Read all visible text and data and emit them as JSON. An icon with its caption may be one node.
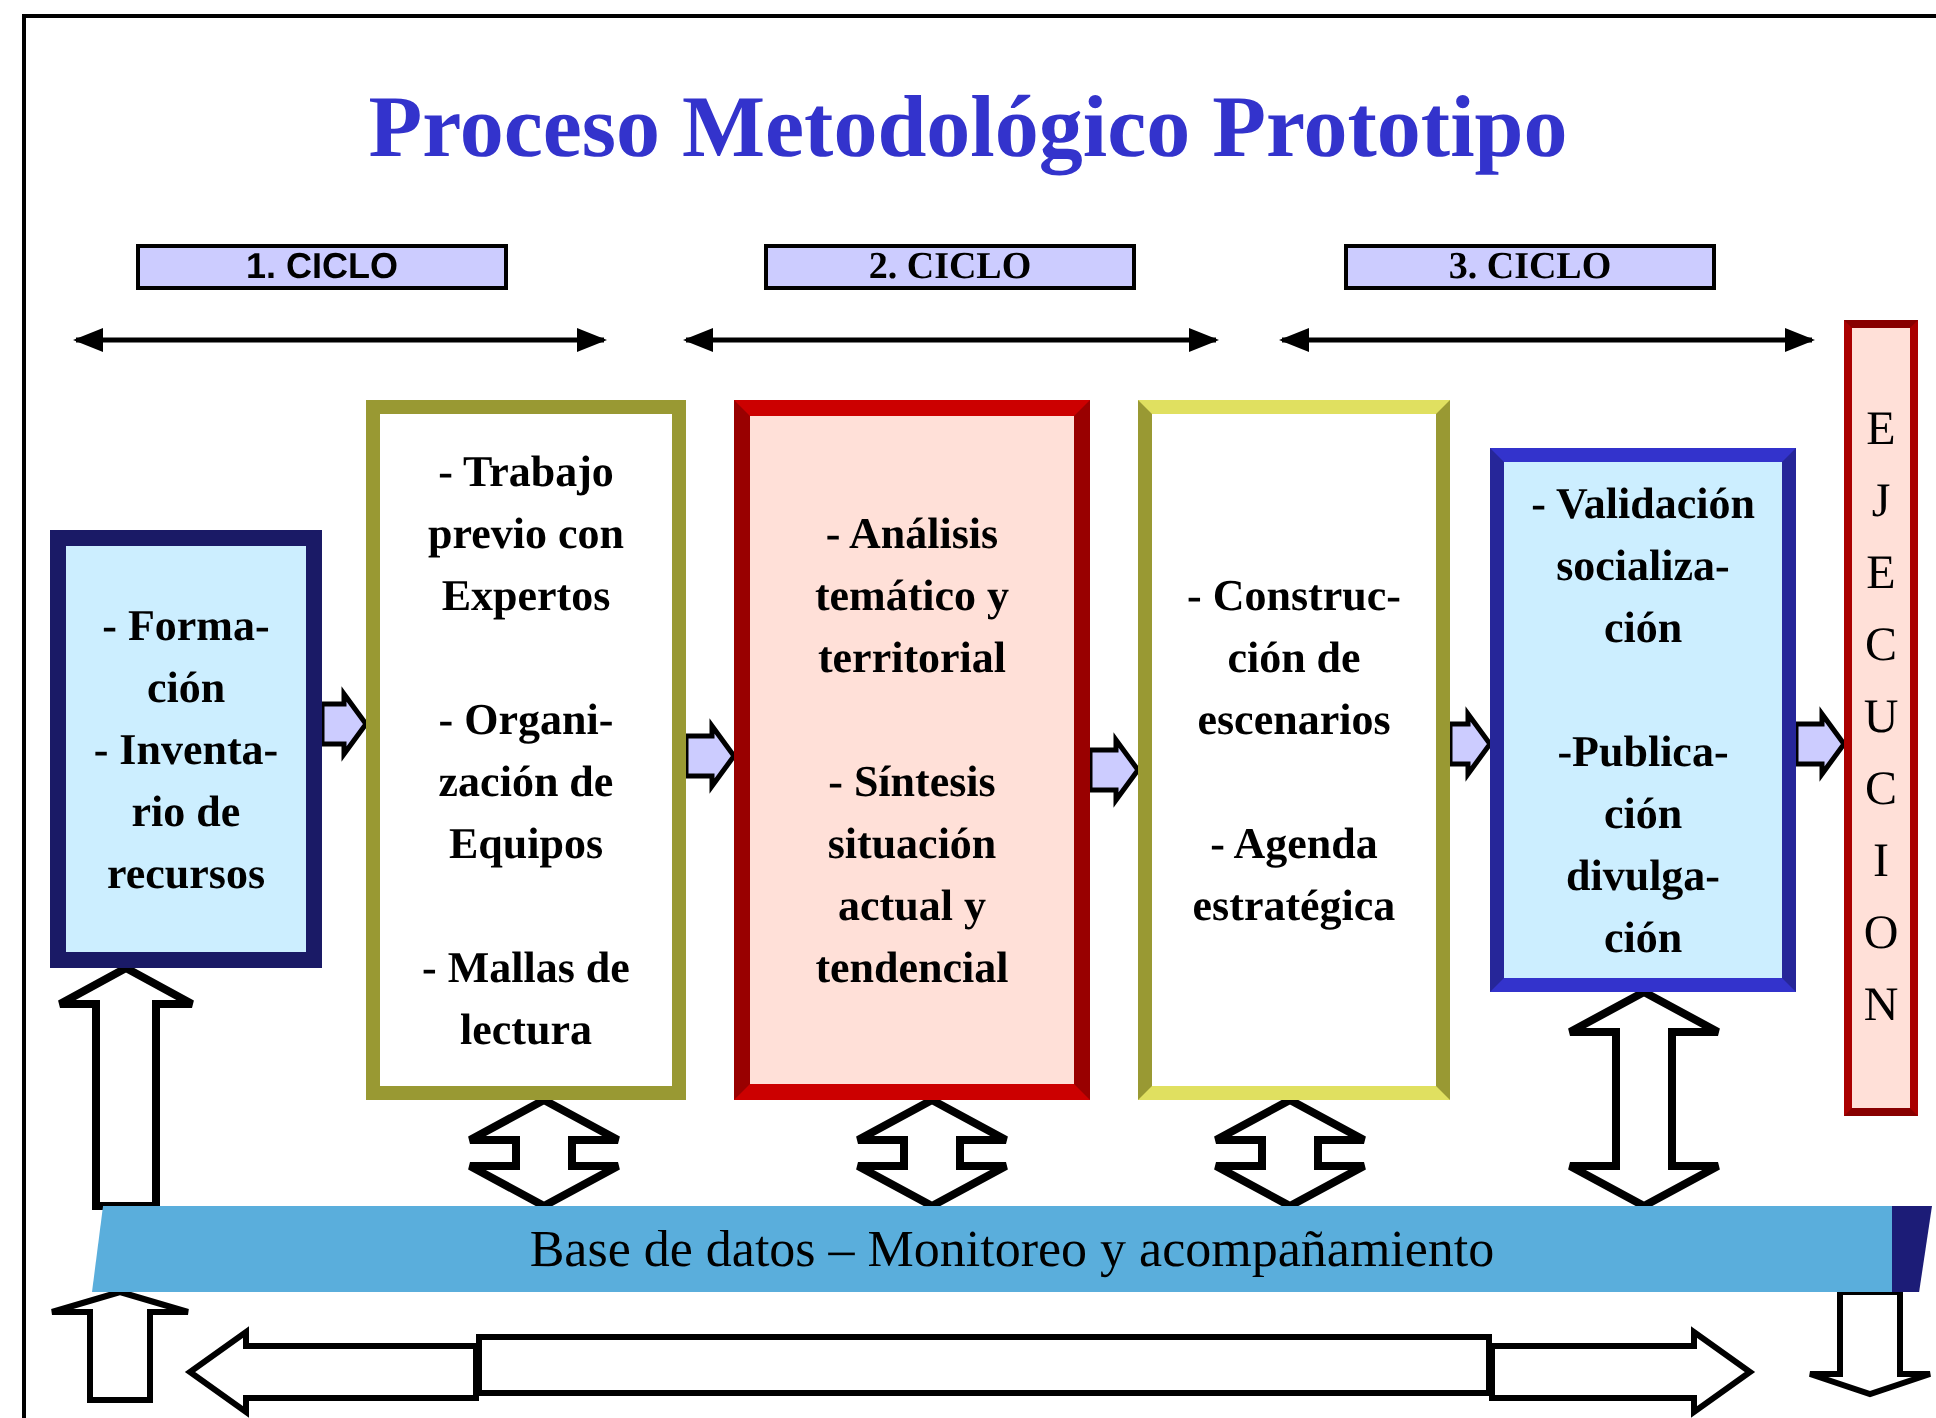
{
  "diagram": {
    "title": "Proceso Metodológico Prototipo",
    "nodes": [
      {
        "text": [
          "1. CICLO"
        ]
      },
      {
        "text": [
          "2. CICLO"
        ]
      },
      {
        "text": [
          "3. CICLO"
        ]
      },
      {
        "text": [
          "- Forma- ción",
          "- Inventa- rio de recursos"
        ]
      },
      {
        "text": [
          "- Trabajo previo con Expertos",
          "- Organi- zación de Equipos",
          "- Mallas de lectura"
        ]
      },
      {
        "text": [
          "- Análisis temático y territorial",
          "- Síntesis situación actual y tendencial"
        ]
      },
      {
        "text": [
          "- Construc- ción de escenarios",
          "- Agenda estratégica"
        ]
      },
      {
        "text": [
          "- Validación socializa- ción",
          "-Publica- ción divulga- ción"
        ]
      },
      {
        "text": [
          "EJECUCION"
        ]
      },
      {
        "text": [
          "Base de datos – Monitoreo y acompañamiento"
        ]
      },
      {
        "text": [],
        "shape": "box"
      }
    ],
    "edges": [
      {
        "from": 3,
        "to": 4,
        "arrow": "to"
      },
      {
        "from": 4,
        "to": 5,
        "arrow": "to"
      },
      {
        "from": 5,
        "to": 6,
        "arrow": "to"
      },
      {
        "from": 6,
        "to": 7,
        "arrow": "to"
      },
      {
        "from": 7,
        "to": 8,
        "arrow": "to"
      },
      {
        "from": 9,
        "to": 3,
        "arrow": "to"
      },
      {
        "from": 4,
        "to": 9,
        "arrow": "both"
      },
      {
        "from": 5,
        "to": 9,
        "arrow": "both"
      },
      {
        "from": 6,
        "to": 9,
        "arrow": "both"
      },
      {
        "from": 7,
        "to": 9,
        "arrow": "both"
      },
      {
        "from": null,
        "to": 9,
        "arrow": "to"
      },
      {
        "from": 10,
        "to": null,
        "arrow": "to"
      },
      {
        "from": 10,
        "to": null,
        "arrow": "to"
      },
      {
        "from": 9,
        "to": null,
        "arrow": "to"
      }
    ]
  }
}
